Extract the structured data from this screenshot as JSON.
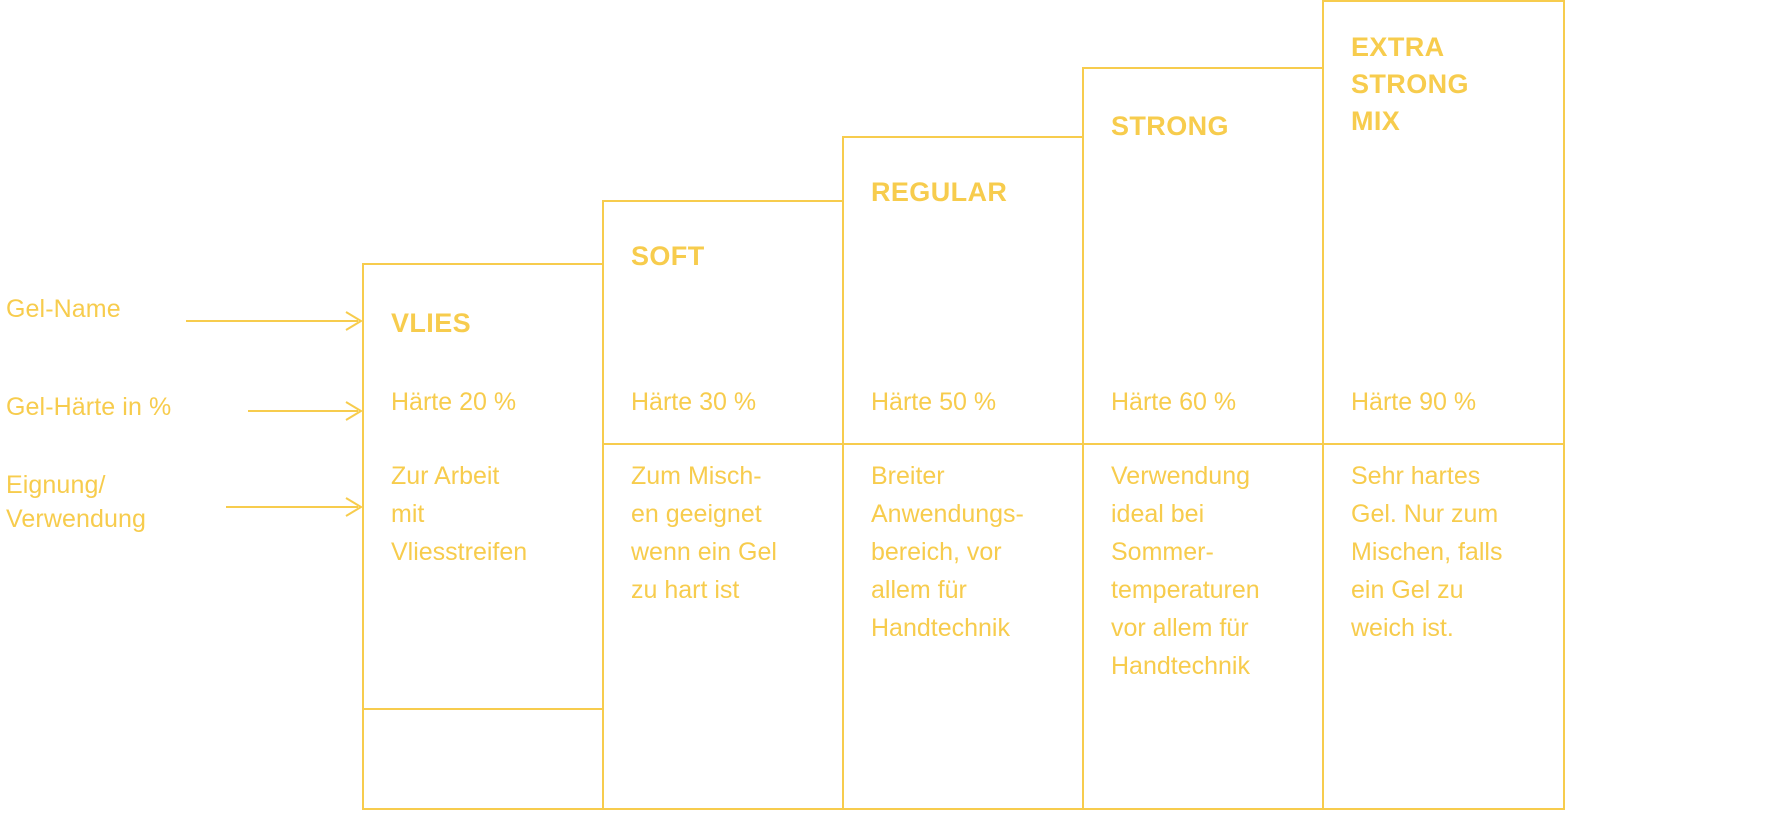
{
  "theme": {
    "accent": "#F7CC4D",
    "background": "#FFFFFF"
  },
  "row_labels": {
    "name": "Gel-Name",
    "hardness": "Gel-Härte in %",
    "usage": "Eignung/\nVerwendung"
  },
  "chart_data": {
    "type": "bar",
    "title": "",
    "xlabel": "",
    "ylabel": "Gel-Härte in %",
    "categories": [
      "VLIES",
      "SOFT",
      "REGULAR",
      "STRONG",
      "EXTRA STRONG MIX"
    ],
    "values": [
      20,
      30,
      50,
      60,
      90
    ],
    "value_labels": [
      "Härte 20 %",
      "Härte 30 %",
      "Härte 50 %",
      "Härte 60 %",
      "Härte 90 %"
    ],
    "ylim": [
      0,
      100
    ],
    "grid": false,
    "legend": "none"
  },
  "columns": [
    {
      "title": "VLIES",
      "hardness": "Härte 20 %",
      "description": "Zur Arbeit\nmit\nVliesstreifen"
    },
    {
      "title": "SOFT",
      "hardness": "Härte 30 %",
      "description": "Zum Misch-\nen geeignet\nwenn ein Gel\nzu hart ist"
    },
    {
      "title": "REGULAR",
      "hardness": "Härte 50 %",
      "description": "Breiter\nAnwendungs-\nbereich, vor\nallem für\nHandtechnik"
    },
    {
      "title": "STRONG",
      "hardness": "Härte 60 %",
      "description": "Verwendung\nideal bei\nSommer-\ntemperaturen\nvor allem für\nHandtechnik"
    },
    {
      "title": "EXTRA\nSTRONG\nMIX",
      "hardness": "Härte 90 %",
      "description": "Sehr hartes\nGel. Nur zum\nMischen, falls\nein Gel zu\nweich ist."
    }
  ]
}
